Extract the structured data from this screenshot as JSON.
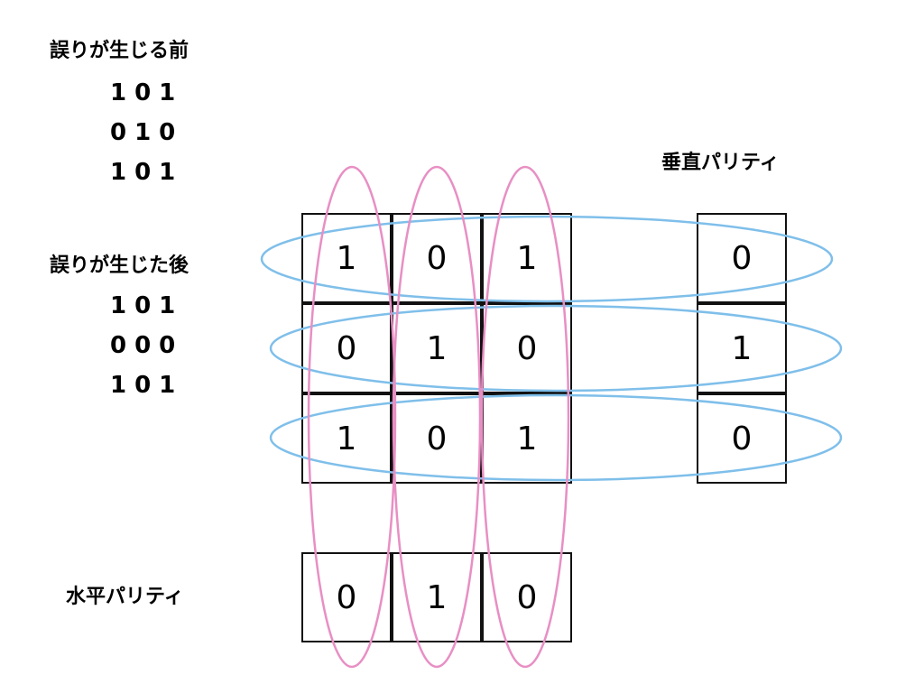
{
  "labels": {
    "before": "誤りが生じる前",
    "after": "誤りが生じた後",
    "vertical_parity": "垂直パリティ",
    "horizontal_parity": "水平パリティ"
  },
  "before_rows": [
    "101",
    "010",
    "101"
  ],
  "after_rows": [
    "101",
    "000",
    "101"
  ],
  "grid": [
    [
      "1",
      "0",
      "1"
    ],
    [
      "0",
      "1",
      "0"
    ],
    [
      "1",
      "0",
      "1"
    ]
  ],
  "vertical_parity_values": [
    "0",
    "1",
    "0"
  ],
  "horizontal_parity_values": [
    "0",
    "1",
    "0"
  ],
  "colors": {
    "row_ellipse": "#7fbfea",
    "column_ellipse": "#e88fc4",
    "border": "#111111"
  }
}
